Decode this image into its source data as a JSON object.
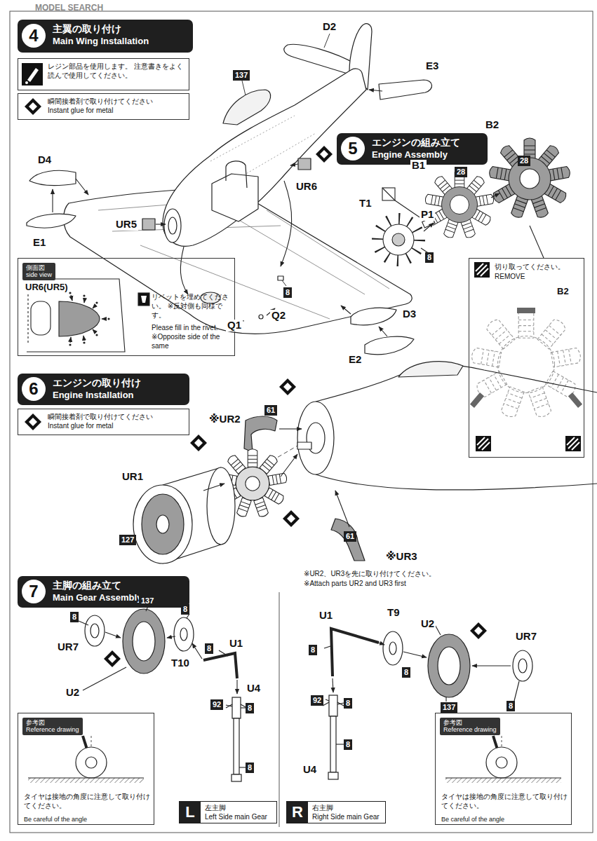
{
  "diagram": {
    "nodes": [
      {
        "text": [
          "主翼の取り付け",
          "Main Wing Installation"
        ]
      },
      {
        "text": [
          "4"
        ],
        "in": 0
      },
      {
        "text": [
          "レジン部品を使用します。 注意書きをよく読んで使用してください。"
        ]
      },
      {
        "text": [
          "瞬間接着剤で取り付けてください",
          "Instant glue for metal"
        ]
      },
      {
        "text": [
          "エンジンの組み立て",
          "Engine Assembly"
        ]
      },
      {
        "text": [
          "5"
        ],
        "in": 4
      },
      {
        "text": [
          "UR6(UR5)",
          "リベットを埋めてください。 ※反対側も同様です。",
          "Please fill in the rivet. ※Opposite side of the same"
        ]
      },
      {
        "text": [
          "側面図",
          "side view"
        ],
        "in": 6
      },
      {
        "text": [
          "切り取ってください。",
          "REMOVE",
          "B2"
        ]
      },
      {
        "text": [
          "エンジンの取り付け",
          "Engine Installation"
        ]
      },
      {
        "text": [
          "6"
        ],
        "in": 9
      },
      {
        "text": [
          "瞬間接着剤で取り付けてください",
          "Instant glue for metal"
        ]
      },
      {
        "text": [
          "主脚の組み立て",
          "Main Gear Assembly"
        ]
      },
      {
        "text": [
          "7"
        ],
        "in": 12
      },
      {
        "text": [
          "タイヤは接地の角度に注意して取り付けてください。",
          "Be careful of the angle"
        ]
      },
      {
        "text": [
          "参考図",
          "Reference drawing"
        ],
        "in": 14
      },
      {
        "text": [
          "左主脚",
          "Left Side main Gear"
        ]
      },
      {
        "text": [
          "L"
        ],
        "in": 16
      },
      {
        "text": [
          "タイヤは接地の角度に注意して取り付けてください。",
          "Be careful of the angle"
        ]
      },
      {
        "text": [
          "参考図",
          "Reference drawing"
        ],
        "in": 18
      },
      {
        "text": [
          "右主脚",
          "Right Side main Gear"
        ]
      },
      {
        "text": [
          "R"
        ],
        "in": 20
      }
    ],
    "labels": [
      "MODEL SEARCH",
      "D2",
      "E3",
      "137",
      "UR5",
      "UR6",
      "D4",
      "E1",
      "8",
      "Q2",
      "Q1",
      "D3",
      "E2",
      "B2",
      "B1",
      "28",
      "28",
      "T1",
      "P1",
      "8",
      "※UR2",
      "61",
      "UR1",
      "127",
      "61",
      "※UR3",
      "※UR2、UR3を先に取り付けてください。",
      "※Attach parts UR2 and UR3 first",
      "8",
      "137",
      "8",
      "UR7",
      "U2",
      "T10",
      "8",
      "U1",
      "U4",
      "92",
      "8",
      "8",
      "U1",
      "8",
      "T9",
      "8",
      "U2",
      "137",
      "UR7",
      "8",
      "92",
      "8",
      "8",
      "U4"
    ]
  }
}
